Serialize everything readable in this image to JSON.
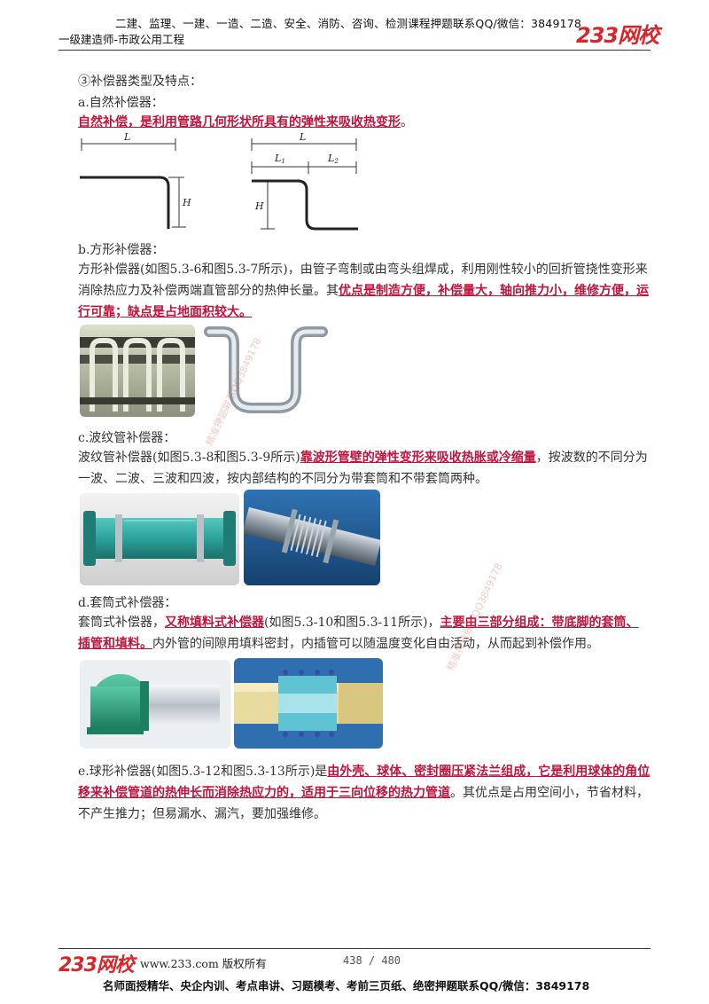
{
  "header": {
    "top_line": "二建、监理、一建、一造、二造、安全、消防、咨询、检测课程押题联系QQ/微信：3849178",
    "subtitle": "一级建造师-市政公用工程",
    "logo": "233网校"
  },
  "section_title": "③补偿器类型及特点：",
  "items": {
    "a": {
      "title": "a.自然补偿器：",
      "definition": "自然补偿，是利用管路几何形状所具有的弹性来吸收热变形",
      "definition_end": "。",
      "diagram_left": {
        "l": "L",
        "h": "H"
      },
      "diagram_right": {
        "l": "L",
        "l1": "L",
        "l1_sub": "1",
        "l2": "L",
        "l2_sub": "2",
        "h": "H"
      }
    },
    "b": {
      "title": "b.方形补偿器：",
      "text_1": "方形补偿器(如图5.3-6和图5.3-7所示)，由管子弯制或由弯头组焊成，利用刚性较小的回折管挠性变形来消除热应力及补偿两端直管部分的热伸长量。其",
      "text_2": "优点是制造方便，补偿量大，轴向推力小，维修方便，运行可靠；缺点是占地面积较大。"
    },
    "c": {
      "title": "c.波纹管补偿器：",
      "text_1": "波纹管补偿器(如图5.3-8和图5.3-9所示)",
      "text_2": "靠波形管壁的弹性变形来吸收热胀或冷缩量",
      "text_3": "，按波数的不同分为一波、二波、三波和四波，按内部结构的不同分为带套筒和不带套筒两种。"
    },
    "d": {
      "title": "d.套筒式补偿器：",
      "text_1": "套筒式补偿器，",
      "text_2": "又称填料式补偿器",
      "text_3": "(如图5.3-10和图5.3-11所示)，",
      "text_4": "主要由三部分组成：带底脚的套筒、插管和填料。",
      "text_5": "内外管的间隙用填料密封，内插管可以随温度变化自由活动，从而起到补偿作用。"
    },
    "e": {
      "text_1": "e.球形补偿器(如图5.3-12和图5.3-13所示)是",
      "text_2": "由外壳、球体、密封圈压紧法兰组成，它是利用球体的角位移来补偿管道的热伸长而消除热应力的，适用于三向位移的热力管道",
      "text_3": "。其优点是占用空间小，节省材料，不产生推力；但易漏水、漏汽，要加强维修。"
    }
  },
  "watermark": "精准押题联系QQ3849178",
  "footer": {
    "logo": "233网校",
    "site": "www.233.com 版权所有",
    "page": "438 / 480",
    "bottom_line": "名师面授精华、央企内训、考点串讲、习题模考、考前三页纸、绝密押题联系QQ/微信：3849178"
  },
  "colors": {
    "accent": "#c0143c",
    "logo_red": "#d7262c",
    "teal": "#2aa39a"
  }
}
